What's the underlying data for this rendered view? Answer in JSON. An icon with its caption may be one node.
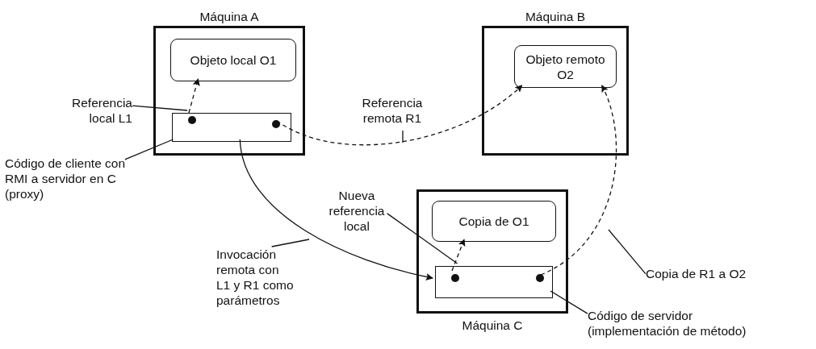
{
  "diagram": {
    "nodes": [
      {
        "text": [
          "Máquina A"
        ]
      },
      {
        "text": [
          "Objeto local O1"
        ],
        "in": 0
      },
      {
        "text": [],
        "shape": "box",
        "in": 0
      },
      {
        "text": [],
        "shape": "circle",
        "in": 2
      },
      {
        "text": [],
        "shape": "circle",
        "in": 2
      },
      {
        "text": [
          "Máquina B"
        ]
      },
      {
        "text": [
          "Objeto remoto O2"
        ],
        "in": 5
      },
      {
        "text": [
          "Máquina C"
        ]
      },
      {
        "text": [
          "Copia de O1"
        ],
        "in": 7
      },
      {
        "text": [],
        "shape": "box",
        "in": 7
      },
      {
        "text": [],
        "shape": "circle",
        "in": 9
      },
      {
        "text": [],
        "shape": "circle",
        "in": 9
      },
      {
        "text": [
          "Referencia local L1"
        ]
      },
      {
        "text": [
          "Referencia remota R1"
        ]
      },
      {
        "text": [
          "Código de cliente con RMI a servidor en C (proxy)"
        ]
      },
      {
        "text": [
          "Nueva referencia local"
        ]
      },
      {
        "text": [
          "Invocación remota con L1 y R1 como parámetros"
        ]
      },
      {
        "text": [
          "Copia de R1 a O2"
        ]
      },
      {
        "text": [
          "Código de servidor (implementación de método)"
        ]
      }
    ],
    "edges": [
      {
        "from": 3,
        "to": 1,
        "arrow": "to",
        "style": "dashed"
      },
      {
        "from": 4,
        "to": 6,
        "arrow": "to",
        "style": "dashed"
      },
      {
        "from": 2,
        "to": 9,
        "arrow": "to"
      },
      {
        "from": 10,
        "to": 8,
        "arrow": "to",
        "style": "dashed"
      },
      {
        "from": 11,
        "to": 6,
        "arrow": "to",
        "style": "dashed"
      },
      {
        "from": 12,
        "to": 2,
        "arrow": "none"
      },
      {
        "from": 13,
        "to": null,
        "arrow": "none"
      },
      {
        "from": 14,
        "to": 2,
        "arrow": "none"
      },
      {
        "from": 15,
        "to": 9,
        "arrow": "none"
      },
      {
        "from": 16,
        "to": null,
        "arrow": "none"
      },
      {
        "from": 17,
        "to": null,
        "arrow": "none"
      },
      {
        "from": 18,
        "to": 9,
        "arrow": "none"
      }
    ]
  }
}
